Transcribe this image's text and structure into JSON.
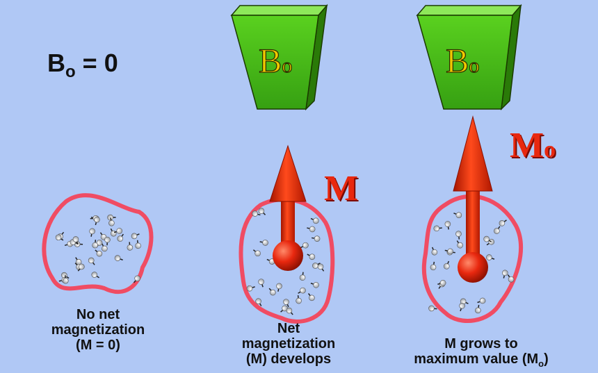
{
  "title_left": {
    "symbol": "B",
    "subscript": "o",
    "rest": " = 0"
  },
  "magnets": [
    {
      "symbol": "B",
      "subscript": "o"
    },
    {
      "symbol": "B",
      "subscript": "o"
    }
  ],
  "arrow_labels": {
    "middle": "M",
    "right": {
      "symbol": "M",
      "subscript": "o"
    }
  },
  "captions": {
    "left": [
      "No net",
      "magnetization",
      "(M = 0)"
    ],
    "middle": [
      "Net",
      "magnetization",
      "(M) develops"
    ],
    "right": [
      "M grows to",
      "maximum value (M",
      "o",
      ")"
    ]
  },
  "colors": {
    "background": "#b0c8f5",
    "blob_outline": "#f04c63",
    "arrow": "#e8280f",
    "magnet": "#4cc21a"
  }
}
